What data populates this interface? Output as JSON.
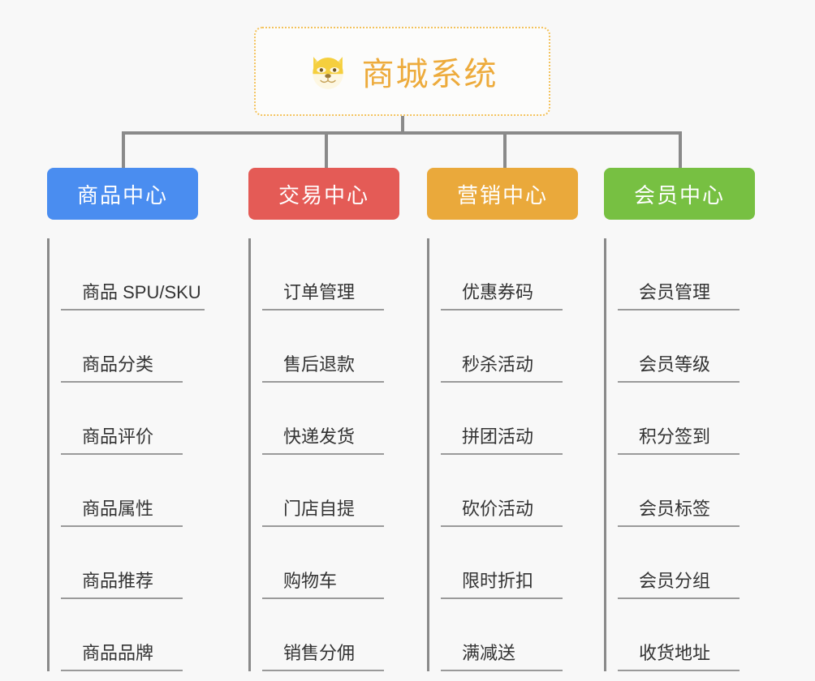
{
  "canvas": {
    "background": "#f8f8f8",
    "connector_color": "#8a8a8a"
  },
  "root": {
    "title": "商城系统",
    "icon": "dog-face-icon",
    "text_color": "#edab3c",
    "border_color": "#f3c25c"
  },
  "branches": [
    {
      "id": "product-center",
      "label": "商品中心",
      "color": "#4a8df0",
      "items": [
        "商品 SPU/SKU",
        "商品分类",
        "商品评价",
        "商品属性",
        "商品推荐",
        "商品品牌"
      ]
    },
    {
      "id": "trade-center",
      "label": "交易中心",
      "color": "#e45b56",
      "items": [
        "订单管理",
        "售后退款",
        "快递发货",
        "门店自提",
        "购物车",
        "销售分佣"
      ]
    },
    {
      "id": "marketing-center",
      "label": "营销中心",
      "color": "#eaa93b",
      "items": [
        "优惠券码",
        "秒杀活动",
        "拼团活动",
        "砍价活动",
        "限时折扣",
        "满减送"
      ]
    },
    {
      "id": "member-center",
      "label": "会员中心",
      "color": "#77c042",
      "items": [
        "会员管理",
        "会员等级",
        "积分签到",
        "会员标签",
        "会员分组",
        "收货地址"
      ]
    }
  ]
}
